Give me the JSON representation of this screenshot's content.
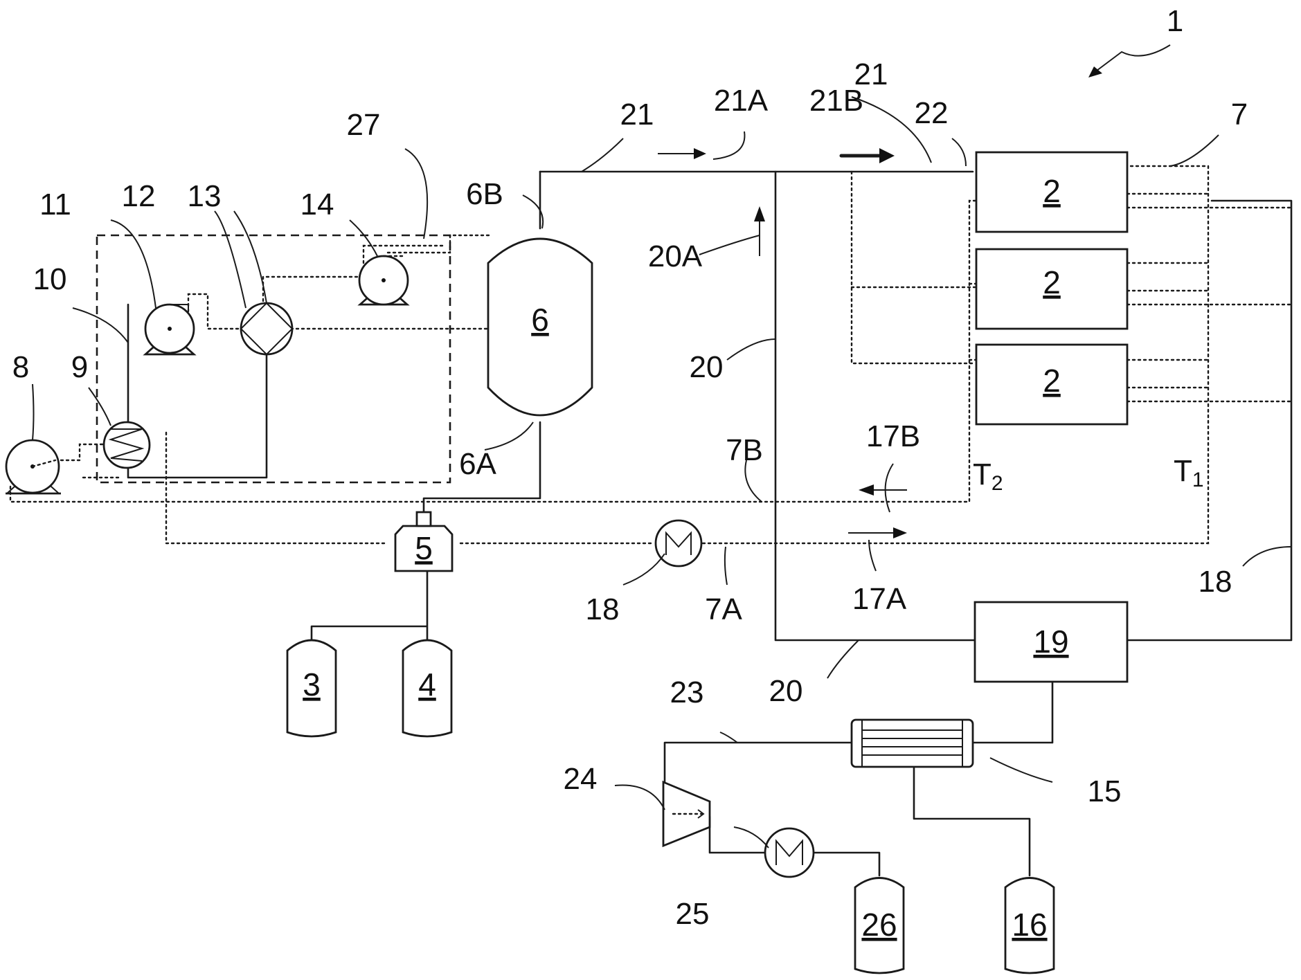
{
  "components": {
    "reactor": "2",
    "tank_a": "3",
    "tank_b": "4",
    "mixer": "5",
    "separator": "6",
    "unit_19": "19",
    "tank_16": "16",
    "tank_26": "26"
  },
  "labels": {
    "system": "1",
    "l6A": "6A",
    "l6B": "6B",
    "l7": "7",
    "l7A": "7A",
    "l7B": "7B",
    "l8": "8",
    "l9": "9",
    "l10": "10",
    "l11": "11",
    "l12": "12",
    "l13": "13",
    "l14": "14",
    "l15": "15",
    "l17A": "17A",
    "l17B": "17B",
    "l18a": "18",
    "l18b": "18",
    "l20a": "20",
    "l20b": "20",
    "l20A": "20A",
    "l21a": "21",
    "l21b": "21",
    "l21A": "21A",
    "l21B": "21B",
    "l22": "22",
    "l23": "23",
    "l24": "24",
    "l25": "25",
    "l27": "27",
    "T1": "T",
    "T1sub": "1",
    "T2": "T",
    "T2sub": "2"
  }
}
